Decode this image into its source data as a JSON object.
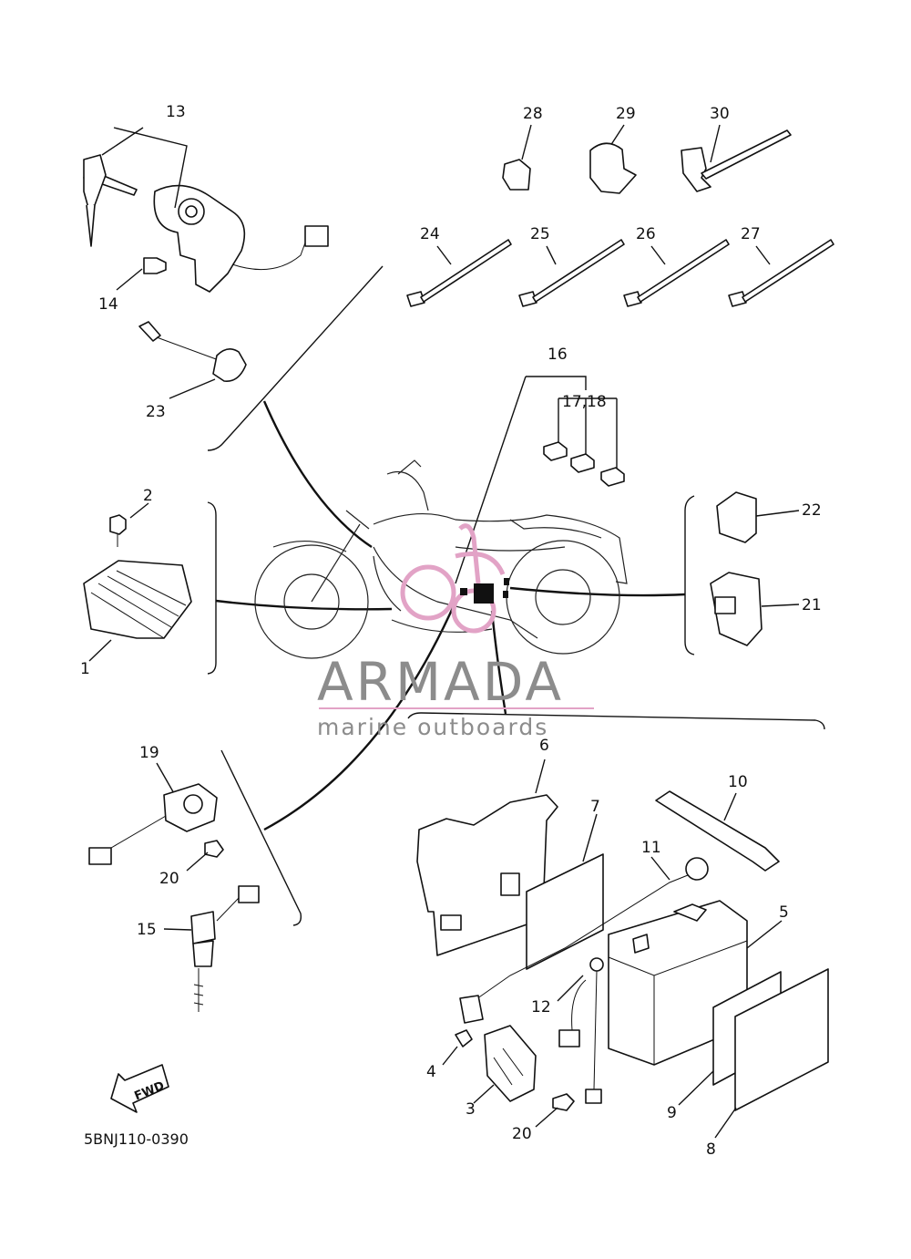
{
  "diagram": {
    "drawing_code": "5BNJ110-0390",
    "direction_arrow": "FWD",
    "watermark": {
      "brand": "ARMADA",
      "tagline": "marine outboards",
      "accent_color": "#e2a3c6",
      "text_color": "#8c8c8c"
    },
    "callouts": [
      {
        "id": "c1",
        "text": "1"
      },
      {
        "id": "c2",
        "text": "2"
      },
      {
        "id": "c3",
        "text": "3"
      },
      {
        "id": "c4",
        "text": "4"
      },
      {
        "id": "c5",
        "text": "5"
      },
      {
        "id": "c6",
        "text": "6"
      },
      {
        "id": "c7",
        "text": "7"
      },
      {
        "id": "c8",
        "text": "8"
      },
      {
        "id": "c9",
        "text": "9"
      },
      {
        "id": "c10",
        "text": "10"
      },
      {
        "id": "c11",
        "text": "11"
      },
      {
        "id": "c12",
        "text": "12"
      },
      {
        "id": "c13",
        "text": "13"
      },
      {
        "id": "c14",
        "text": "14"
      },
      {
        "id": "c15",
        "text": "15"
      },
      {
        "id": "c16",
        "text": "16"
      },
      {
        "id": "c1718",
        "text": "17,18"
      },
      {
        "id": "c19",
        "text": "19"
      },
      {
        "id": "c20a",
        "text": "20"
      },
      {
        "id": "c20b",
        "text": "20"
      },
      {
        "id": "c21",
        "text": "21"
      },
      {
        "id": "c22",
        "text": "22"
      },
      {
        "id": "c23",
        "text": "23"
      },
      {
        "id": "c24",
        "text": "24"
      },
      {
        "id": "c25",
        "text": "25"
      },
      {
        "id": "c26",
        "text": "26"
      },
      {
        "id": "c27",
        "text": "27"
      },
      {
        "id": "c28",
        "text": "28"
      },
      {
        "id": "c29",
        "text": "29"
      },
      {
        "id": "c30",
        "text": "30"
      }
    ]
  }
}
